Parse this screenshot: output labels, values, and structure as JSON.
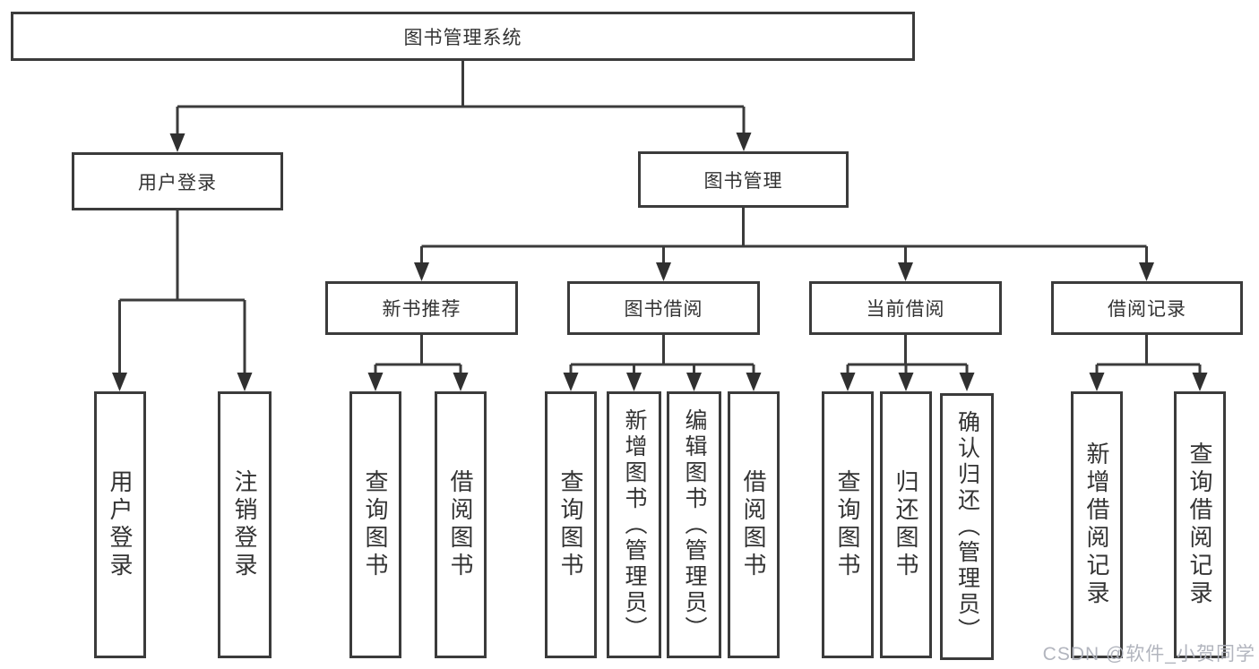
{
  "diagram": {
    "type": "hierarchy-tree",
    "tree": {
      "label": "图书管理系统",
      "children": [
        {
          "label": "用户登录",
          "children": [
            {
              "label": "用户登录"
            },
            {
              "label": "注销登录"
            }
          ]
        },
        {
          "label": "图书管理",
          "children": [
            {
              "label": "新书推荐",
              "children": [
                {
                  "label": "查询图书"
                },
                {
                  "label": "借阅图书"
                }
              ]
            },
            {
              "label": "图书借阅",
              "children": [
                {
                  "label": "查询图书"
                },
                {
                  "label": "新增图书（管理员）"
                },
                {
                  "label": "编辑图书（管理员）"
                },
                {
                  "label": "借阅图书"
                }
              ]
            },
            {
              "label": "当前借阅",
              "children": [
                {
                  "label": "查询图书"
                },
                {
                  "label": "归还图书"
                },
                {
                  "label": "确认归还（管理员）"
                }
              ]
            },
            {
              "label": "借阅记录",
              "children": [
                {
                  "label": "新增借阅记录"
                },
                {
                  "label": "查询借阅记录"
                }
              ]
            }
          ]
        }
      ]
    },
    "colors": {
      "box_border": "#3b3b3b",
      "connector_line": "#3b3b3b",
      "arrowhead": "#303030",
      "text": "#333333",
      "background": "#ffffff",
      "watermark_text_color": "#aeb1bb"
    }
  },
  "watermark": {
    "text": "CSDN @软件_小贺同学"
  }
}
